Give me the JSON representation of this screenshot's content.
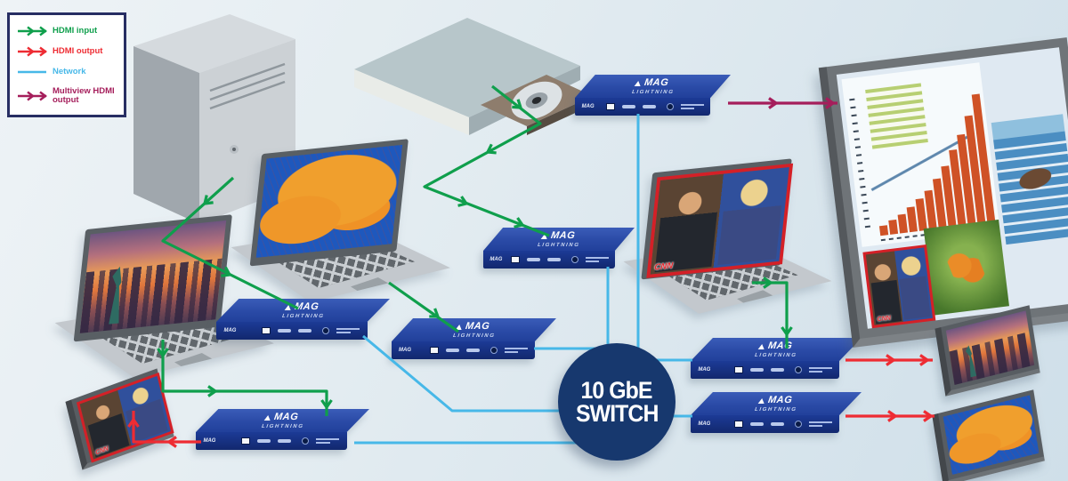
{
  "legend": {
    "items": [
      {
        "label": "HDMI input",
        "color": "#0f9f4c"
      },
      {
        "label": "HDMI output",
        "color": "#ee2c33"
      },
      {
        "label": "Network",
        "color": "#47b8e8"
      },
      {
        "label": "Multiview HDMI output",
        "color": "#a51e5b"
      }
    ]
  },
  "switch_node": {
    "line1": "10 GbE",
    "line2": "SWITCH",
    "color": "#17386e"
  },
  "device": {
    "brand": "MAG",
    "model": "LIGHTNING"
  },
  "screens": {
    "cnn": "CNN"
  },
  "colors": {
    "hdmi_input": "#0f9f4c",
    "hdmi_output": "#ee2c33",
    "network": "#47b8e8",
    "multiview_output": "#a51e5b",
    "device_blue": "#23429e",
    "background_top": "#eef3f6",
    "background_bottom": "#cfdfe9"
  }
}
